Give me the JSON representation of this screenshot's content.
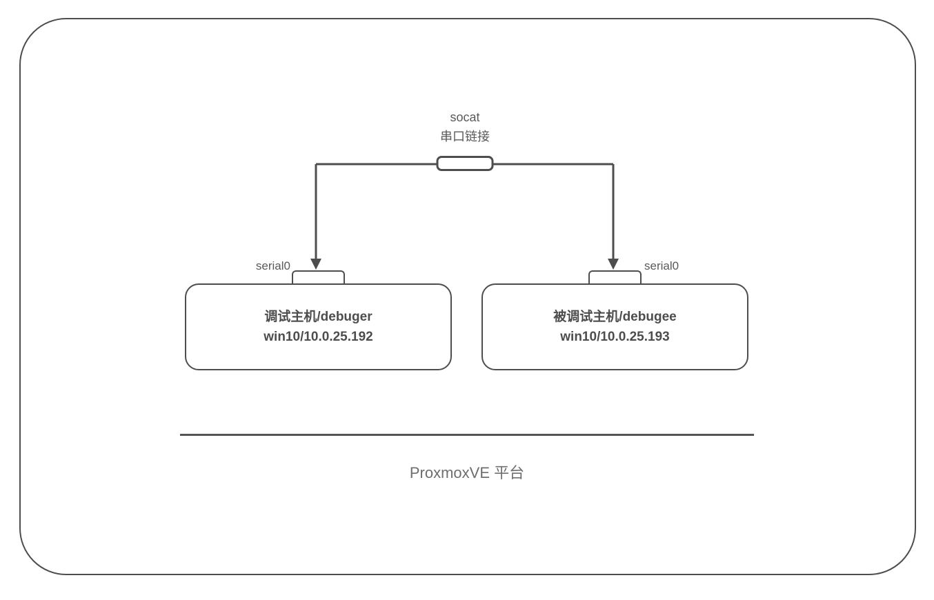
{
  "connector": {
    "label_line1": "socat",
    "label_line2": "串口链接"
  },
  "left_node": {
    "port_label": "serial0",
    "title": "调试主机/debuger",
    "subtitle": "win10/10.0.25.192"
  },
  "right_node": {
    "port_label": "serial0",
    "title": "被调试主机/debugee",
    "subtitle": "win10/10.0.25.193"
  },
  "platform": {
    "label": "ProxmoxVE 平台"
  },
  "icons": {
    "arrow_down": "arrow-down-icon",
    "serial_link_pill": "serial-link-pill"
  },
  "colors": {
    "stroke": "#4d4d4d",
    "node_text": "#4d4d4d",
    "label_text": "#595959",
    "platform_text": "#6e6e6e",
    "divider": "#545454",
    "background": "#ffffff"
  }
}
